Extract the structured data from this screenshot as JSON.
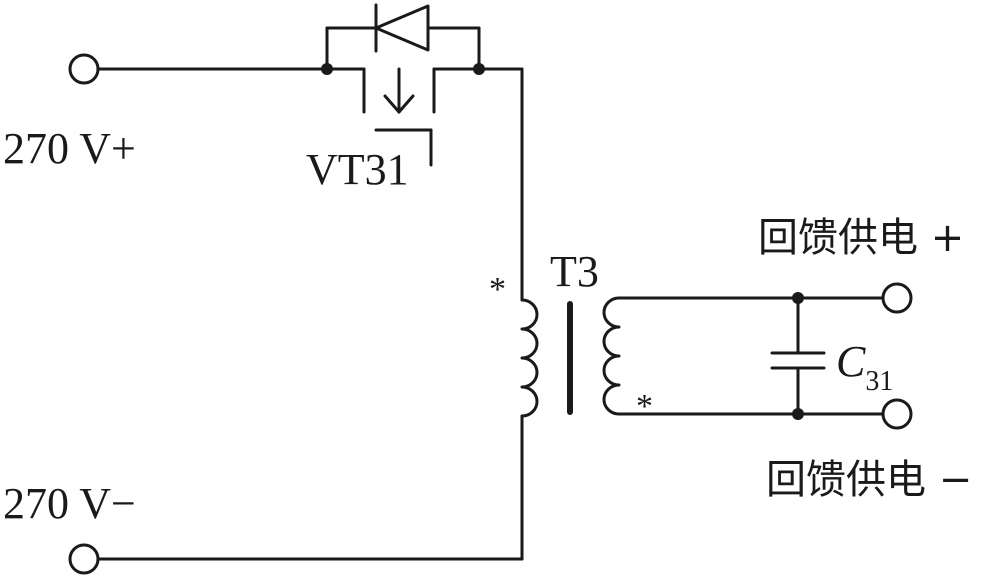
{
  "labels": {
    "input_pos": "270 V+",
    "input_neg": "270 V−",
    "switch": "VT31",
    "transformer": "T3",
    "capacitor_letter": "C",
    "capacitor_sub": "31",
    "out_pos": "回馈供电 +",
    "out_neg": "回馈供电 −",
    "primary_dot": "*",
    "secondary_dot": "*"
  },
  "colors": {
    "wire": "#1a1a1a",
    "background": "#ffffff"
  }
}
